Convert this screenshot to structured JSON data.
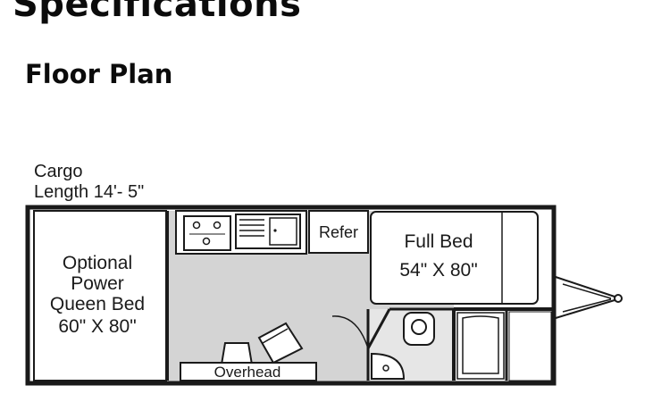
{
  "page": {
    "heading": "Specifications",
    "subheading": "Floor Plan"
  },
  "floor_plan": {
    "cargo_label": "Cargo",
    "cargo_length": "Length 14'- 5\"",
    "queen_bed": {
      "line1": "Optional",
      "line2": "Power",
      "line3": "Queen Bed",
      "line4": "60\" X 80\""
    },
    "refer": "Refer",
    "full_bed": {
      "line1": "Full Bed",
      "line2": "54\" X 80\""
    },
    "overhead": "Overhead",
    "colors": {
      "wall": "#1a1a1a",
      "floor": "#d4d4d4",
      "fixture": "#ffffff"
    }
  }
}
